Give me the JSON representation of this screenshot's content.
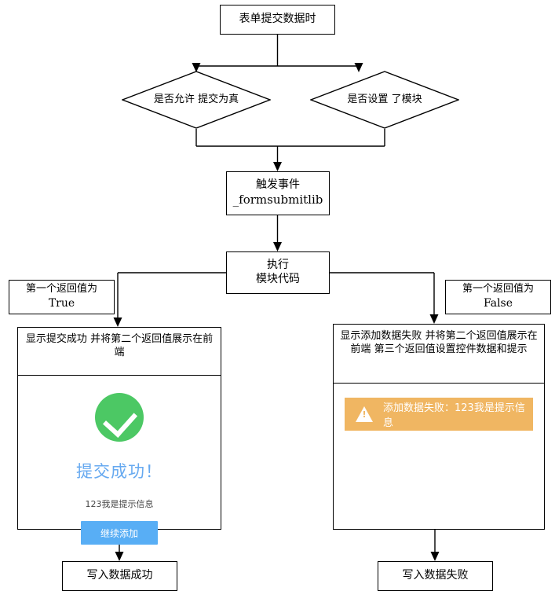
{
  "diagram": {
    "title_node": "表单提交数据时",
    "decisions": [
      {
        "name": "allow-submit",
        "line1": "是否允许",
        "line2": "提交为真"
      },
      {
        "name": "module-set",
        "line1": "是否设置",
        "line2": "了模块"
      }
    ],
    "trigger": {
      "line1": "触发事件",
      "line2": "_formsubmitlib"
    },
    "execute": {
      "line1": "执行",
      "line2": "模块代码"
    },
    "branch_labels": {
      "true": {
        "line1": "第一个返回值为",
        "line2": "True"
      },
      "false": {
        "line1": "第一个返回值为",
        "line2": "False"
      }
    },
    "success_panel": {
      "head_line1": "显示提交成功",
      "head_line2": "并将第二个返回值展示在前端",
      "icon": "check-circle-icon",
      "title": "提交成功！",
      "message": "123我是提示信息",
      "button": "继续添加"
    },
    "fail_panel": {
      "head_line1": "显示添加数据失败",
      "head_line2": "并将第二个返回值展示在前端",
      "head_line3": "第三个返回值设置控件数据和提示",
      "icon": "warning-triangle-icon",
      "alert_text": "添加数据失败：123我是提示信息"
    },
    "outcomes": {
      "success": "写入数据成功",
      "failure": "写入数据失败"
    },
    "colors": {
      "success_green": "#4cc864",
      "title_blue": "#66a9f0",
      "button_blue": "#58aef5",
      "alert_orange": "#f0b662",
      "line_black": "#000000"
    }
  }
}
